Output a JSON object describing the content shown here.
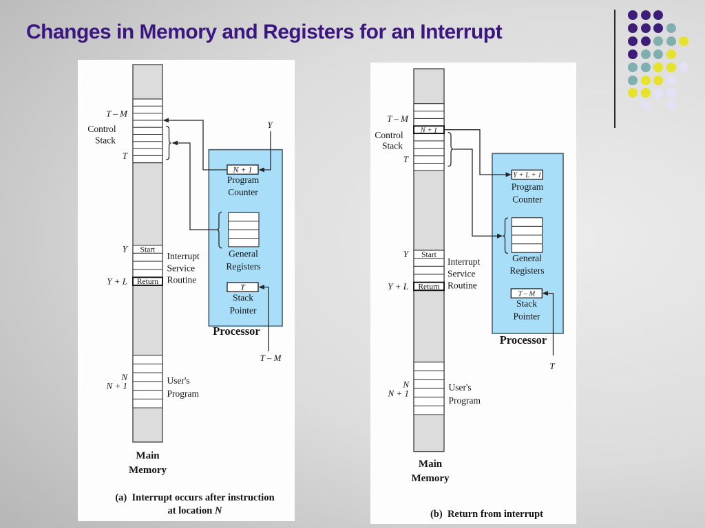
{
  "slide": {
    "title": "Changes in Memory and Registers for an Interrupt"
  },
  "decoration": {
    "dot_colors": {
      "P": "#3d1d78",
      "T": "#7fafaf",
      "Y": "#e6e22e",
      "L": "#e2e2f4"
    },
    "dot_grid": [
      "PPP..",
      "PPPT.",
      "PPTTY",
      "PTTY.",
      "TTYYL",
      "TYYL.",
      "YYLL.",
      ".L.L."
    ]
  },
  "panel_a": {
    "mem": {
      "t_minus_m": "T – M",
      "control": "Control",
      "stack": "Stack",
      "t": "T",
      "y": "Y",
      "start": "Start",
      "y_plus_l": "Y + L",
      "return": "Return",
      "isr_1": "Interrupt",
      "isr_2": "Service",
      "isr_3": "Routine",
      "n": "N",
      "n_plus_1": "N + 1",
      "users": "User's",
      "program": "Program",
      "main": "Main",
      "memory": "Memory"
    },
    "proc": {
      "pc_value": "N + 1",
      "program": "Program",
      "counter": "Counter",
      "general": "General",
      "registers": "Registers",
      "sp_value": "T",
      "stack": "Stack",
      "pointer": "Pointer",
      "name": "Processor",
      "y_in": "Y",
      "t_minus_m_out": "T – M"
    },
    "caption_1": "(a)  Interrupt occurs after instruction",
    "caption_2a": "at location ",
    "caption_2b": "N"
  },
  "panel_b": {
    "mem": {
      "t_minus_m": "T – M",
      "control": "Control",
      "stack": "Stack",
      "t": "T",
      "n_plus_1_box": "N + 1",
      "y": "Y",
      "start": "Start",
      "y_plus_l": "Y + L",
      "return": "Return",
      "isr_1": "Interrupt",
      "isr_2": "Service",
      "isr_3": "Routine",
      "n": "N",
      "n_plus_1": "N + 1",
      "users": "User's",
      "program": "Program",
      "main": "Main",
      "memory": "Memory"
    },
    "proc": {
      "pc_value": "Y + L + 1",
      "program": "Program",
      "counter": "Counter",
      "general": "General",
      "registers": "Registers",
      "sp_value": "T – M",
      "stack": "Stack",
      "pointer": "Pointer",
      "name": "Processor",
      "t_out": "T"
    },
    "caption_1": "(b)  Return from interrupt"
  }
}
